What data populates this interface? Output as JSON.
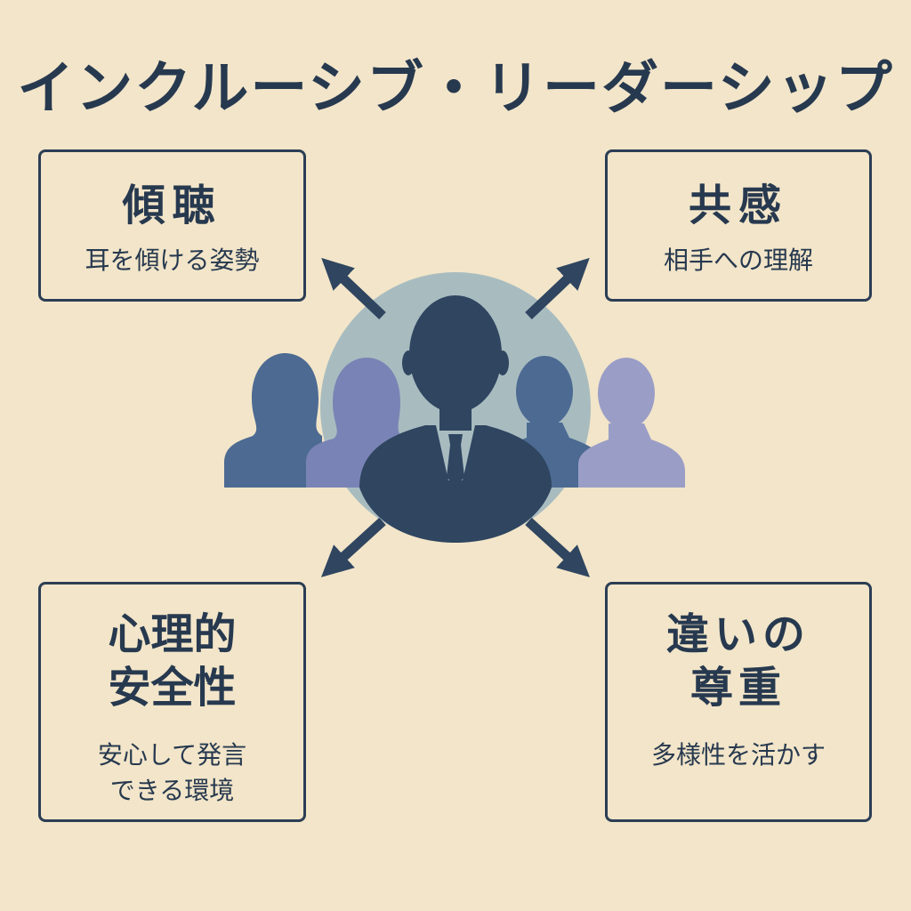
{
  "title": "インクルーシブ・リーダーシップ",
  "cards": {
    "top_left": {
      "heading": "傾聴",
      "description": "耳を傾ける姿勢"
    },
    "top_right": {
      "heading": "共感",
      "description": "相手への理解"
    },
    "bottom_left": {
      "heading": "心理的\n安全性",
      "description": "安心して発言\nできる環境"
    },
    "bottom_right": {
      "heading": "違いの\n尊重",
      "description": "多様性を活かす"
    }
  },
  "colors": {
    "background": "#f2e5c9",
    "text": "#27394f",
    "leader": "#2f4560",
    "circle": "#a8bcc0",
    "person_blue": "#4c6a92",
    "person_purple": "#7a83b5",
    "person_lavender": "#9a9dc6"
  },
  "icons": [
    "leader-icon",
    "team-member-icon",
    "arrow-icon"
  ]
}
